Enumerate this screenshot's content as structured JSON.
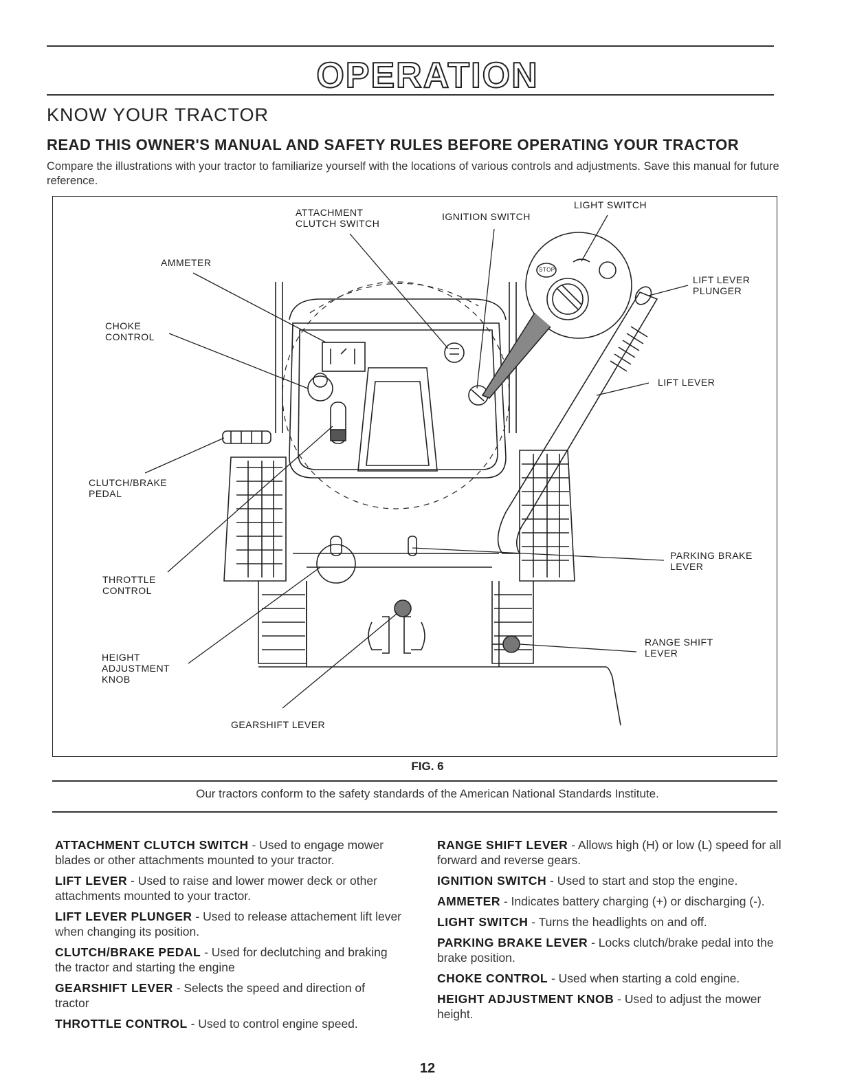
{
  "header": {
    "title": "OPERATION",
    "section": "KNOW YOUR TRACTOR",
    "subheading": "READ THIS OWNER'S MANUAL AND SAFETY RULES BEFORE OPERATING YOUR TRACTOR",
    "intro": "Compare the illustrations with your tractor to familiarize yourself with the locations of various controls and adjustments. Save this manual for future reference."
  },
  "figure": {
    "caption": "FIG. 6",
    "labels": {
      "attachment_clutch_switch": "ATTACHMENT\nCLUTCH SWITCH",
      "ignition_switch": "IGNITION SWITCH",
      "light_switch": "LIGHT SWITCH",
      "ammeter": "AMMETER",
      "lift_lever_plunger": "LIFT LEVER\nPLUNGER",
      "choke_control": "CHOKE\nCONTROL",
      "lift_lever": "LIFT LEVER",
      "clutch_brake_pedal": "CLUTCH/BRAKE\nPEDAL",
      "parking_brake_lever": "PARKING BRAKE\nLEVER",
      "throttle_control": "THROTTLE\nCONTROL",
      "range_shift_lever": "RANGE SHIFT\nLEVER",
      "height_adjustment_knob": "HEIGHT\nADJUSTMENT\nKNOB",
      "gearshift_lever": "GEARSHIFT LEVER",
      "stop_mark": "STOP"
    }
  },
  "standards_note": "Our tractors conform to the safety standards of the American National Standards Institute.",
  "descriptions": {
    "left": [
      {
        "term": "ATTACHMENT CLUTCH SWITCH",
        "text": " - Used to engage mower blades or other attachments mounted to your tractor."
      },
      {
        "term": "LIFT LEVER",
        "text": " - Used to raise and lower mower deck or other attachments mounted to your tractor."
      },
      {
        "term": "LIFT LEVER PLUNGER",
        "text": " - Used to release attachement lift lever when changing its position."
      },
      {
        "term": "CLUTCH/BRAKE PEDAL",
        "text": " - Used for declutching and braking the tractor and starting the engine"
      },
      {
        "term": "GEARSHIFT LEVER",
        "text": " - Selects the speed and direction of tractor"
      },
      {
        "term": "THROTTLE CONTROL",
        "text": " - Used to control engine speed."
      }
    ],
    "right": [
      {
        "term": "RANGE SHIFT LEVER",
        "text": " - Allows high (H) or low (L) speed for all forward and reverse gears."
      },
      {
        "term": "IGNITION SWITCH",
        "text": " - Used to start and stop the engine."
      },
      {
        "term": "AMMETER",
        "text": " - Indicates battery charging (+) or discharging (-)."
      },
      {
        "term": "LIGHT SWITCH",
        "text": " - Turns the headlights on and off."
      },
      {
        "term": "PARKING BRAKE LEVER",
        "text": " - Locks clutch/brake pedal into the brake position."
      },
      {
        "term": "CHOKE CONTROL",
        "text": " - Used when starting a cold engine."
      },
      {
        "term": "HEIGHT ADJUSTMENT KNOB",
        "text": " - Used to adjust the mower height."
      }
    ]
  },
  "page_number": "12"
}
